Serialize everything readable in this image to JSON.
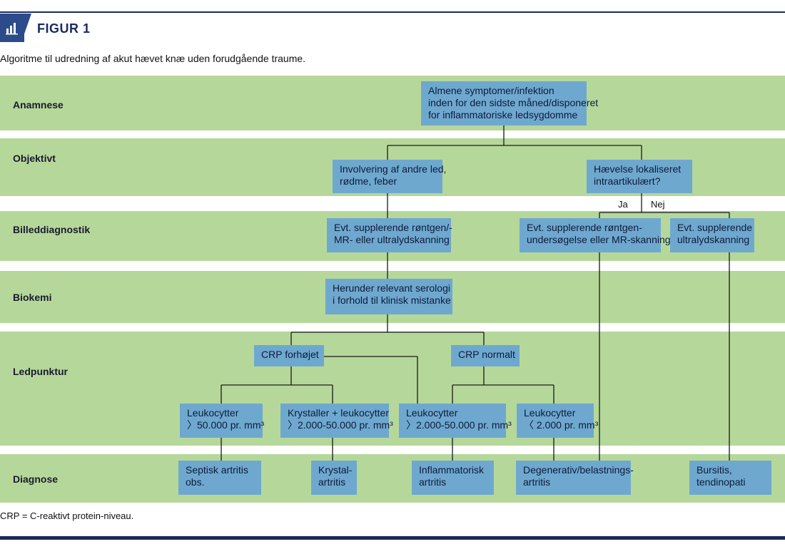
{
  "figure": {
    "label": "FIGUR 1",
    "caption": "Algoritme til udredning af akut hævet knæ uden forudgående traume.",
    "footnote": "CRP = C-reaktivt protein-niveau."
  },
  "rows": [
    {
      "id": "anamnese",
      "label": "Anamnese"
    },
    {
      "id": "objektivt",
      "label": "Objektivt"
    },
    {
      "id": "billeddiagnostik",
      "label": "Billeddiagnostik"
    },
    {
      "id": "biokemi",
      "label": "Biokemi"
    },
    {
      "id": "ledpunktur",
      "label": "Ledpunktur"
    },
    {
      "id": "diagnose",
      "label": "Diagnose"
    }
  ],
  "nodes": {
    "almene": [
      "Almene symptomer/infektion",
      "inden for den sidste måned/disponeret",
      "for inflammatoriske ledsygdomme"
    ],
    "involvering": [
      "Involvering af andre led,",
      "rødme, feber"
    ],
    "haevelse": [
      "Hævelse lokaliseret",
      "intraartikulært?"
    ],
    "evt_roentgen_mr_ultra": [
      "Evt. supplerende røntgen/-",
      "MR- eller ultralydskanning"
    ],
    "evt_roentgen_mr": [
      "Evt. supplerende røntgen-",
      "undersøgelse eller MR-skanning"
    ],
    "evt_ultra": [
      "Evt. supplerende",
      "ultralydskanning"
    ],
    "serologi": [
      "Herunder relevant serologi",
      "i forhold til klinisk mistanke"
    ],
    "crp_hoej": [
      "CRP forhøjet"
    ],
    "crp_normal": [
      "CRP normalt"
    ],
    "leuko_50000": [
      "Leukocytter",
      "〉50.000 pr. mm³"
    ],
    "krystaller": [
      "Krystaller + leukocytter",
      "〉2.000-50.000 pr. mm³"
    ],
    "leuko_2000_50000": [
      "Leukocytter",
      "〉2.000-50.000 pr. mm³"
    ],
    "leuko_2000": [
      "Leukocytter",
      "〈 2.000 pr. mm³"
    ],
    "septisk": [
      "Septisk artritis",
      "obs."
    ],
    "krystal": [
      "Krystal-",
      "artritis"
    ],
    "inflammatorisk": [
      "Inflammatorisk",
      "artritis"
    ],
    "degenerativ": [
      "Degenerativ/belastnings-",
      "artritis"
    ],
    "bursitis": [
      "Bursitis,",
      "tendinopati"
    ]
  },
  "branch_labels": {
    "ja": "Ja",
    "nej": "Nej"
  },
  "colors": {
    "band": "#b5d89a",
    "node": "#6fa8cf",
    "accent": "#1b2a5c",
    "line": "#1a1a1a"
  },
  "icons": {
    "figure": "bar-chart-icon"
  }
}
